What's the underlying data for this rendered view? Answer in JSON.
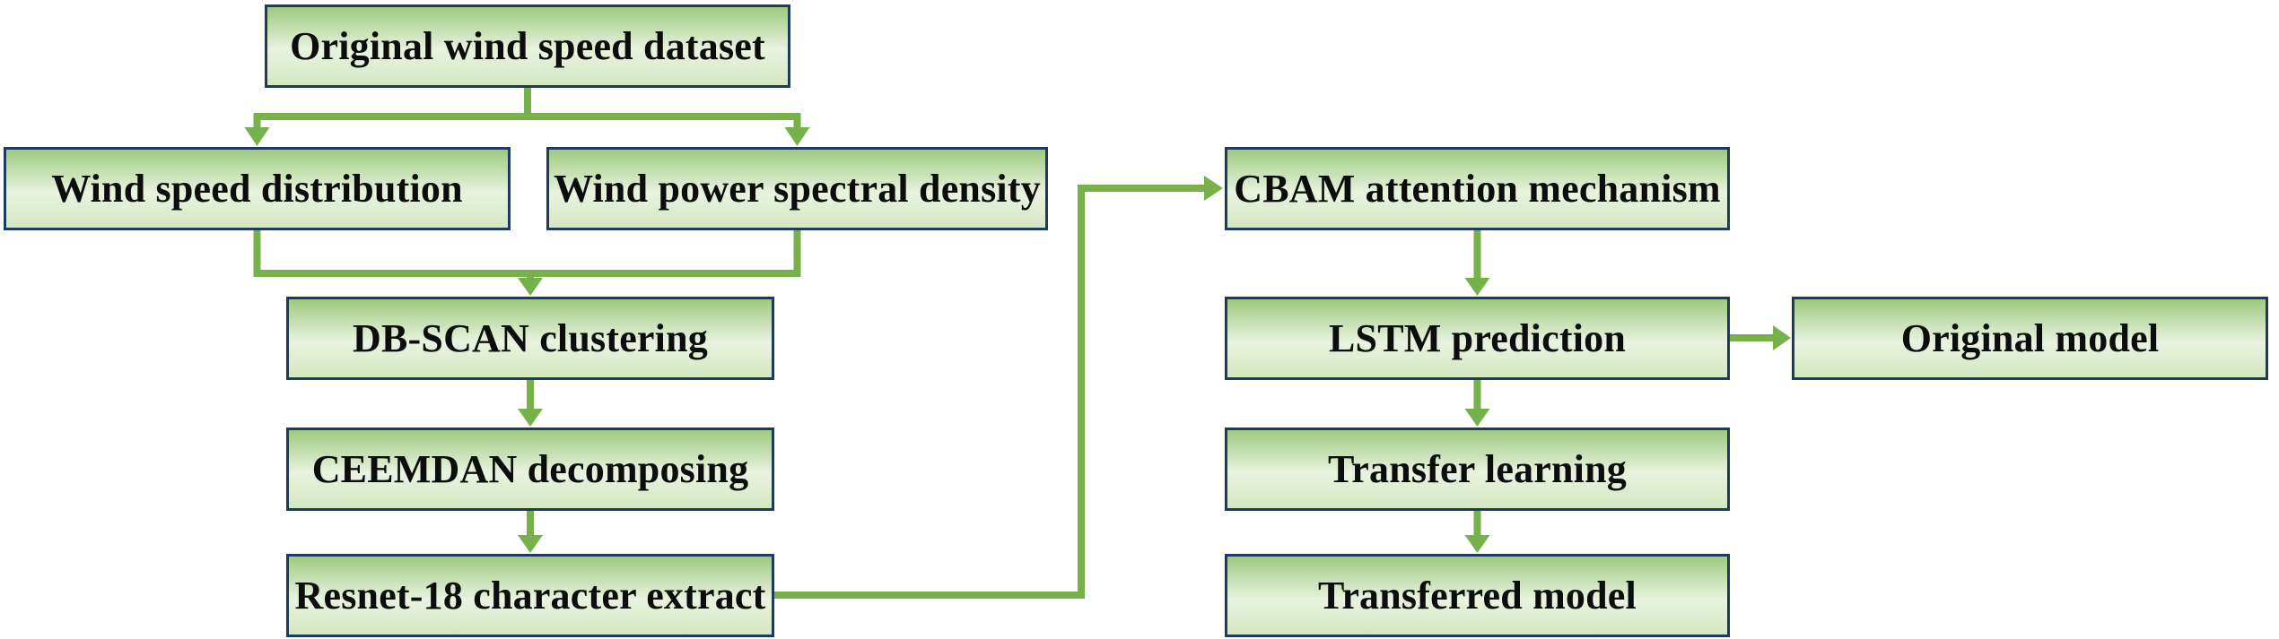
{
  "theme": {
    "arrow_color": "#77b14c",
    "box_border_color": "#1f3a60",
    "box_fill_top": "#9ec97f",
    "box_fill_mid": "#e9f3e0",
    "box_fill_bottom": "#d3e7c0",
    "text_color": "#0d0d0d",
    "background": "#ffffff"
  },
  "nodes": {
    "original_dataset": {
      "label": "Original wind speed dataset"
    },
    "wind_speed_distribution": {
      "label": "Wind speed distribution"
    },
    "wind_power_spectral_density": {
      "label": "Wind power spectral density"
    },
    "dbscan": {
      "label": "DB-SCAN clustering"
    },
    "ceemdan": {
      "label": "CEEMDAN decomposing"
    },
    "resnet": {
      "label": "Resnet-18 character extract"
    },
    "cbam": {
      "label": "CBAM attention mechanism"
    },
    "lstm": {
      "label": "LSTM prediction"
    },
    "original_model": {
      "label": "Original model"
    },
    "transfer_learning": {
      "label": "Transfer learning"
    },
    "transferred_model": {
      "label": "Transferred model"
    }
  },
  "edges": [
    {
      "from": "original_dataset",
      "to": "wind_speed_distribution"
    },
    {
      "from": "original_dataset",
      "to": "wind_power_spectral_density"
    },
    {
      "from": "wind_speed_distribution",
      "to": "dbscan"
    },
    {
      "from": "wind_power_spectral_density",
      "to": "dbscan"
    },
    {
      "from": "dbscan",
      "to": "ceemdan"
    },
    {
      "from": "ceemdan",
      "to": "resnet"
    },
    {
      "from": "resnet",
      "to": "cbam"
    },
    {
      "from": "cbam",
      "to": "lstm"
    },
    {
      "from": "lstm",
      "to": "original_model"
    },
    {
      "from": "lstm",
      "to": "transfer_learning"
    },
    {
      "from": "transfer_learning",
      "to": "transferred_model"
    }
  ]
}
